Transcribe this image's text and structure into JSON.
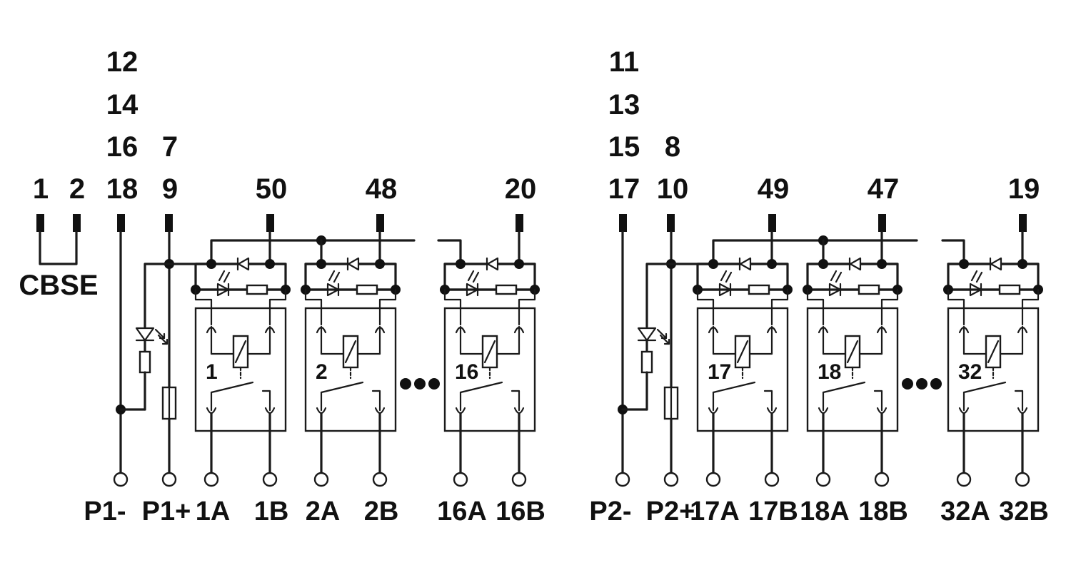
{
  "colors": {
    "ink": "#111111",
    "background": "#ffffff"
  },
  "blocks": [
    {
      "id": "left",
      "bridge": {
        "terminals": [
          "1",
          "2"
        ],
        "label": "CBSE"
      },
      "common_terminals": [
        "12",
        "14",
        "16",
        "18"
      ],
      "supply_terminals": [
        "7",
        "9"
      ],
      "bottom_labels": {
        "common": "P1-",
        "supply": "P1+"
      },
      "channels": [
        {
          "number": "1",
          "top_terminal": "50",
          "a": "1A",
          "b": "1B"
        },
        {
          "number": "2",
          "top_terminal": "48",
          "a": "2A",
          "b": "2B"
        },
        {
          "number": "16",
          "top_terminal": "20",
          "a": "16A",
          "b": "16B"
        }
      ]
    },
    {
      "id": "right",
      "common_terminals": [
        "11",
        "13",
        "15",
        "17"
      ],
      "supply_terminals": [
        "8",
        "10"
      ],
      "bottom_labels": {
        "common": "P2-",
        "supply": "P2+"
      },
      "channels": [
        {
          "number": "17",
          "top_terminal": "49",
          "a": "17A",
          "b": "17B"
        },
        {
          "number": "18",
          "top_terminal": "47",
          "a": "18A",
          "b": "18B"
        },
        {
          "number": "32",
          "top_terminal": "19",
          "a": "32A",
          "b": "32B"
        }
      ]
    }
  ]
}
